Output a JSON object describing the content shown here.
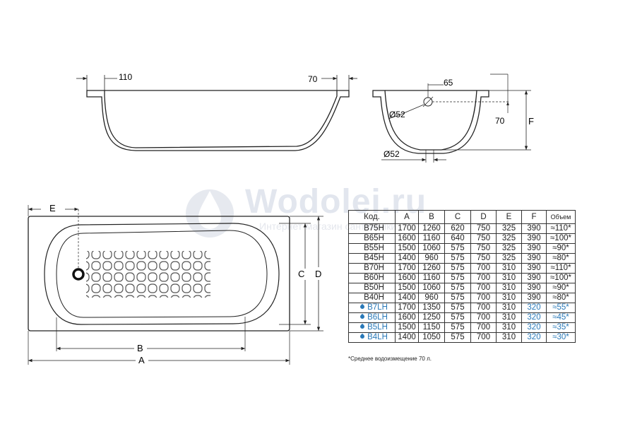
{
  "watermark": {
    "title": "Wodolei.ru",
    "subtitle": "Интернет-магазин сантехники"
  },
  "side_view_labels": {
    "left_rim": "110",
    "right_rim": "70"
  },
  "section_view_labels": {
    "overflow_offset": "65",
    "overflow_diameter": "Ø52",
    "overflow_height": "70",
    "height_letter": "F",
    "drain_diameter": "Ø52"
  },
  "top_view_labels": {
    "e": "E",
    "c": "C",
    "d": "D",
    "b": "B",
    "a": "A"
  },
  "table": {
    "headers": [
      "Код.",
      "A",
      "B",
      "C",
      "D",
      "E",
      "F",
      "Объем"
    ],
    "rows": [
      [
        "B75H",
        "1700",
        "1260",
        "620",
        "750",
        "325",
        "390",
        "≈110*"
      ],
      [
        "B65H",
        "1600",
        "1160",
        "640",
        "750",
        "325",
        "390",
        "≈100*"
      ],
      [
        "B55H",
        "1500",
        "1060",
        "575",
        "750",
        "325",
        "390",
        "≈90*"
      ],
      [
        "B45H",
        "1400",
        "960",
        "575",
        "750",
        "325",
        "390",
        "≈80*"
      ],
      [
        "B70H",
        "1700",
        "1260",
        "575",
        "700",
        "310",
        "390",
        "≈110*"
      ],
      [
        "B60H",
        "1600",
        "1160",
        "575",
        "700",
        "310",
        "390",
        "≈100*"
      ],
      [
        "B50H",
        "1500",
        "1060",
        "575",
        "700",
        "310",
        "390",
        "≈90*"
      ],
      [
        "B40H",
        "1400",
        "960",
        "575",
        "700",
        "310",
        "390",
        "≈80*"
      ],
      [
        "B7LH",
        "1700",
        "1350",
        "575",
        "700",
        "310",
        "320",
        "≈55*"
      ],
      [
        "B6LH",
        "1600",
        "1250",
        "575",
        "700",
        "310",
        "320",
        "≈45*"
      ],
      [
        "B5LH",
        "1500",
        "1150",
        "575",
        "700",
        "310",
        "320",
        "≈35*"
      ],
      [
        "B4LH",
        "1400",
        "1050",
        "575",
        "700",
        "310",
        "320",
        "≈30*"
      ]
    ],
    "highlight_color": "#2a79b8"
  },
  "footnote": "*Среднее водоизмещение 70 л."
}
